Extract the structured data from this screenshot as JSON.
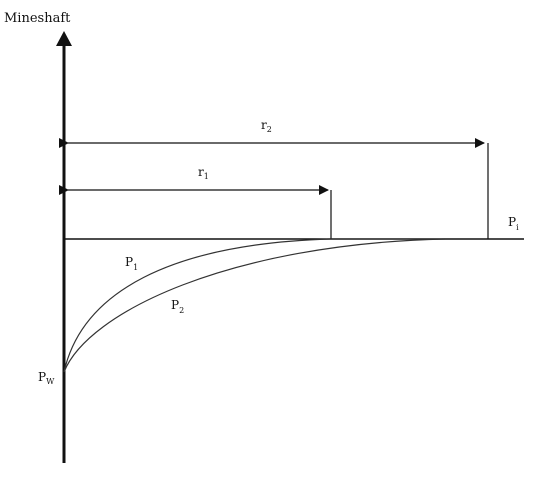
{
  "title": "Mineshaft",
  "labels": {
    "r1": {
      "main": "r",
      "sub": "1"
    },
    "r2": {
      "main": "r",
      "sub": "2"
    },
    "pi": {
      "main": "P",
      "sub": "i"
    },
    "p1": {
      "main": "P",
      "sub": "1"
    },
    "p2": {
      "main": "P",
      "sub": "2"
    },
    "pw": {
      "main": "P",
      "sub": "W"
    }
  },
  "colors": {
    "ink": "#111111",
    "curve": "#333333"
  }
}
